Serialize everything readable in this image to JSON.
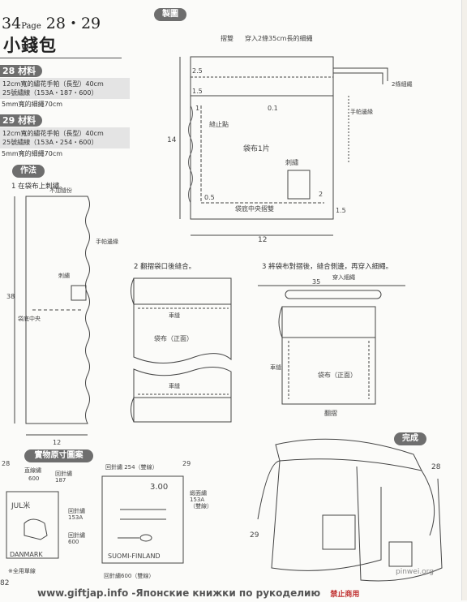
{
  "header": {
    "page_prefix": "34",
    "page_word": "Page",
    "page_numbers": "28・29",
    "title": "小錢包"
  },
  "materials": [
    {
      "heading": "28 材料",
      "lines": [
        "12cm寬的繡花手帕（長型）40cm",
        "25號繡線（153A・187・600）"
      ],
      "extra": "5mm寬的細繩70cm"
    },
    {
      "heading": "29 材料",
      "lines": [
        "12cm寬的繡花手帕（長型）40cm",
        "25號繡線（153A・254・600）"
      ],
      "extra": "5mm寬的細繩70cm"
    }
  ],
  "sections": {
    "pattern": "製圖",
    "method": "作法",
    "actual_size": "實物原寸圖案",
    "finished": "完成"
  },
  "pattern": {
    "top_left": "摺雙",
    "top_center": "穿入2條35cm長的細繩",
    "left_25": "2.5",
    "left_15": "1.5",
    "left_1": "1",
    "mid_01": "0.1",
    "stop_point": "縫止點",
    "bag_cloth": "袋布1片",
    "embroidery": "刺繡",
    "bottom_05": "0.5",
    "bottom_fold": "袋底中央摺雙",
    "bottom_2": "2",
    "right_15": "1.5",
    "height": "14",
    "width": "12",
    "right_hankie": "手帕邊緣",
    "right_cord": "2條細繩"
  },
  "steps": {
    "s1": "1 在袋布上刺繡。",
    "s1_top": "不加縫份",
    "s1_right": "手帕邊緣",
    "s1_embroidery": "刺繡",
    "s1_left": "袋底中央",
    "s1_height": "38",
    "s1_width": "12",
    "s2": "2 翻摺袋口後縫合。",
    "s2_stitch_top": "車縫",
    "s2_cloth": "袋布（正面）",
    "s2_stitch_bottom": "車縫",
    "s3": "3 將袋布對摺後，縫合側邊，再穿入細繩。",
    "s3_cord": "穿入細繩",
    "s3_len": "35",
    "s3_stitch": "車縫",
    "s3_cloth": "袋布（正面）",
    "s3_turn": "翻摺"
  },
  "actual": {
    "n28": "28",
    "n29": "29",
    "straight": "直線繡",
    "s600": "600",
    "back_187": "回針繡\n187",
    "back_153a": "回針繡\n153A",
    "back_600": "回針繡\n600",
    "jul": "JUL米",
    "danmark": "DANMARK",
    "note": "※全用單線",
    "back_254": "回針繡 254（雙線）",
    "price": "3.00",
    "satin_153a": "緞面繡\n153A\n（雙線）",
    "suomi": "SUOMI-FINLAND",
    "back_600b": "回針繡600（雙線）"
  },
  "finished_labels": {
    "n28": "28",
    "n29": "29"
  },
  "page_number_bottom": "82",
  "footer": "www.giftjap.info -Японские книжки по рукоделию",
  "footer_right": "禁止商用",
  "watermark": "pinwei.org"
}
